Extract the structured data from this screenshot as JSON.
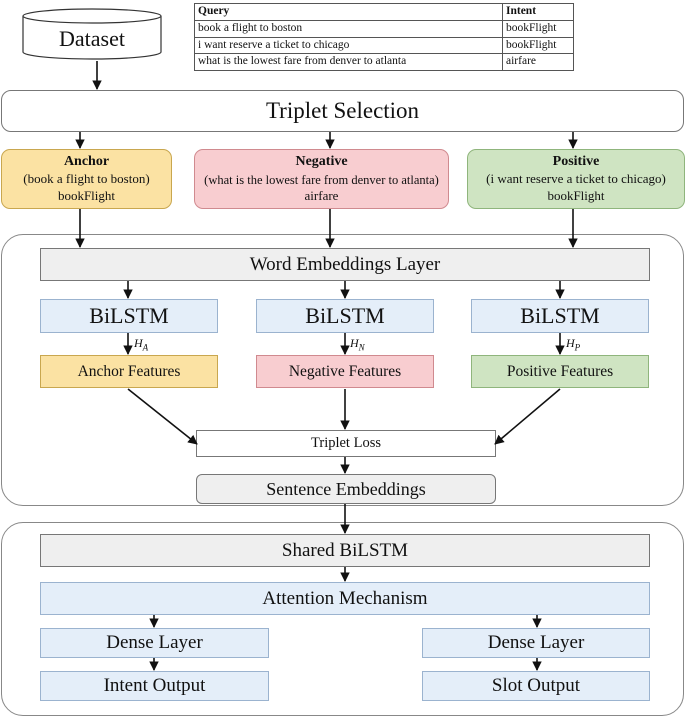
{
  "dataset": {
    "label": "Dataset"
  },
  "query_table": {
    "headers": [
      "Query",
      "Intent"
    ],
    "rows": [
      [
        "book a flight to boston",
        "bookFlight"
      ],
      [
        "i want reserve a ticket to chicago",
        "bookFlight"
      ],
      [
        "what is the lowest fare from denver to atlanta",
        "airfare"
      ]
    ]
  },
  "triplet_selection": "Triplet Selection",
  "anchor": {
    "title": "Anchor",
    "query": "(book a flight to boston)",
    "intent": "bookFlight",
    "color": "#fbe2a3"
  },
  "negative": {
    "title": "Negative",
    "query": "(what is the lowest fare from denver to atlanta)",
    "intent": "airfare",
    "color": "#f8cdd0"
  },
  "positive": {
    "title": "Positive",
    "query": "(i want reserve a ticket to chicago)",
    "intent": "bookFlight",
    "color": "#cfe4c2"
  },
  "word_embeddings_layer": "Word Embeddings Layer",
  "bilstm": {
    "anchor": "BiLSTM",
    "negative": "BiLSTM",
    "positive": "BiLSTM"
  },
  "hidden_labels": {
    "anchor": {
      "base": "H",
      "sub": "A"
    },
    "negative": {
      "base": "H",
      "sub": "N"
    },
    "positive": {
      "base": "H",
      "sub": "P"
    }
  },
  "features": {
    "anchor": "Anchor Features",
    "negative": "Negative Features",
    "positive": "Positive Features"
  },
  "triplet_loss": "Triplet Loss",
  "sentence_embeddings": "Sentence Embeddings",
  "shared_bilstm": "Shared BiLSTM",
  "attention_mechanism": "Attention Mechanism",
  "dense": {
    "left": "Dense Layer",
    "right": "Dense Layer"
  },
  "outputs": {
    "intent": "Intent Output",
    "slot": "Slot Output"
  }
}
